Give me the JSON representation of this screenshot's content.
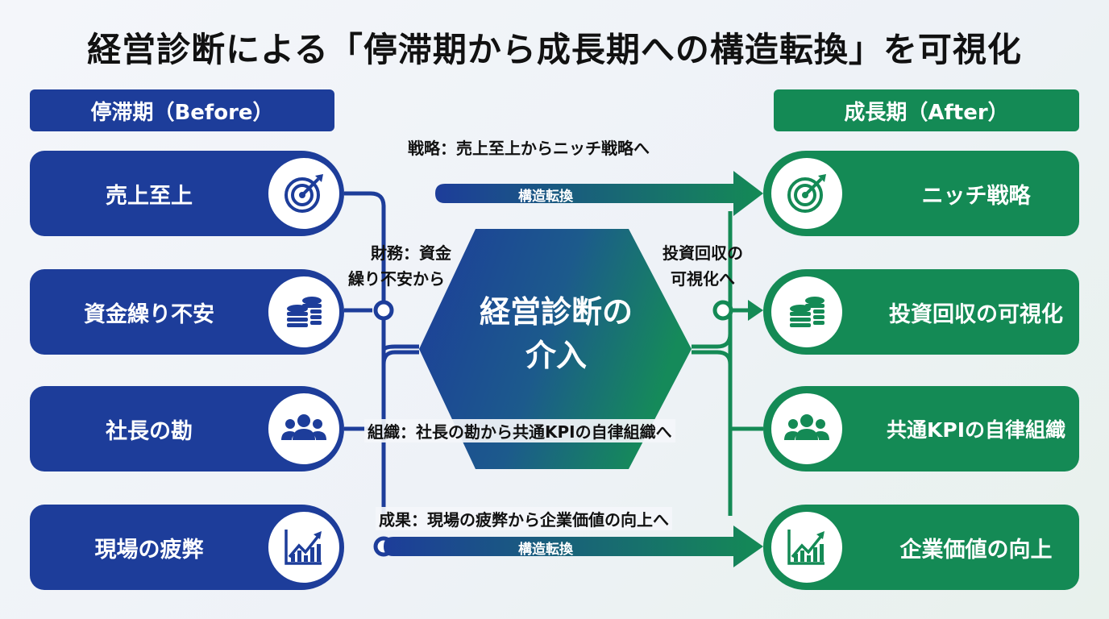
{
  "title": "経営診断による「停滞期から成長期への構造転換」を可視化",
  "before_header": "停滞期（Before）",
  "after_header": "成長期（After）",
  "before_items": [
    "売上至上",
    "資金繰り不安",
    "社長の勘",
    "現場の疲弊"
  ],
  "after_items": [
    "ニッチ戦略",
    "投資回収の可視化",
    "共通KPIの自律組織",
    "企業価値の向上"
  ],
  "center": {
    "line1": "経営診断の",
    "line2": "介入"
  },
  "flows": {
    "strategy": "戦略：売上至上からニッチ戦略へ",
    "finance_line1": "財務：資金",
    "finance_line2": "繰り不安から",
    "investment_line1": "投資回収の",
    "investment_line2": "可視化へ",
    "organization": "組織：社長の勘から共通KPIの自律組織へ",
    "results": "成果：現場の疲弊から企業価値の向上へ"
  },
  "arrow_labels": {
    "top": "構造転換",
    "bottom": "構造転換"
  },
  "icons": [
    "target-icon",
    "coins-icon",
    "people-icon",
    "growth-chart-icon"
  ],
  "colors": {
    "before": "#1d3d9a",
    "after": "#148a55",
    "title": "#111111"
  }
}
